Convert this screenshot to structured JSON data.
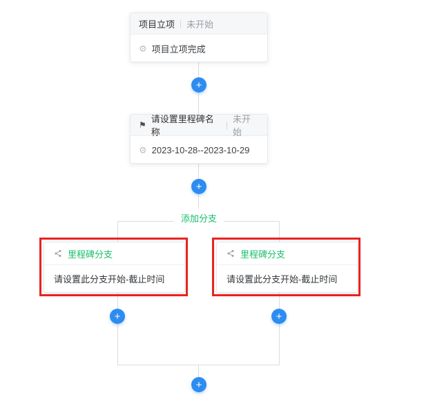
{
  "colors": {
    "accent_blue": "#2d8cf0",
    "accent_green": "#19be6b",
    "annotation_red": "#e8231f",
    "connector_gray": "#d9dde2"
  },
  "icons": {
    "gear": "⚙",
    "flag": "⚑",
    "plus": "+",
    "share": "share-alt-icon"
  },
  "nodes": {
    "start": {
      "title": "项目立项",
      "separator": "|",
      "status": "未开始",
      "body": "项目立项完成"
    },
    "milestone": {
      "title": "请设置里程碑名称",
      "separator": "|",
      "status": "未开始",
      "body": "2023-10-28--2023-10-29"
    }
  },
  "add_branch_label": "添加分支",
  "branches": [
    {
      "title": "里程碑分支",
      "body": "请设置此分支开始-截止时间"
    },
    {
      "title": "里程碑分支",
      "body": "请设置此分支开始-截止时间"
    }
  ]
}
